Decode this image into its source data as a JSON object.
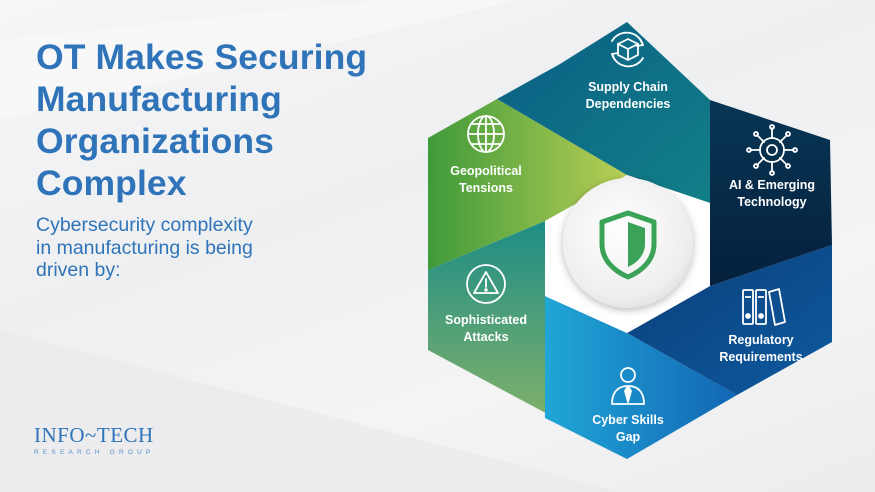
{
  "title": "OT Makes Securing\nManufacturing\nOrganizations\nComplex",
  "subtitle": "Cybersecurity complexity\nin manufacturing is being\ndriven by:",
  "logo": {
    "main": "INFO~TECH",
    "sub": "RESEARCH GROUP"
  },
  "segments": [
    {
      "label": "Supply Chain\nDependencies",
      "icon": "package-cycle-icon",
      "color": "#0d6a8c"
    },
    {
      "label": "AI & Emerging\nTechnology",
      "icon": "circuit-gear-icon",
      "color": "#072a49"
    },
    {
      "label": "Regulatory\nRequirements",
      "icon": "binders-icon",
      "color": "#0a4a8a"
    },
    {
      "label": "Cyber Skills\nGap",
      "icon": "person-icon",
      "color": "#1a86c8"
    },
    {
      "label": "Sophisticated\nAttacks",
      "icon": "warning-triangle-icon",
      "color": "#2b8c84"
    },
    {
      "label": "Geopolitical\nTensions",
      "icon": "globe-icon",
      "color": "#5fa340"
    }
  ],
  "center_icon": "shield-icon",
  "colors": {
    "accent": "#2f74b8",
    "shield": "#3aa357"
  }
}
